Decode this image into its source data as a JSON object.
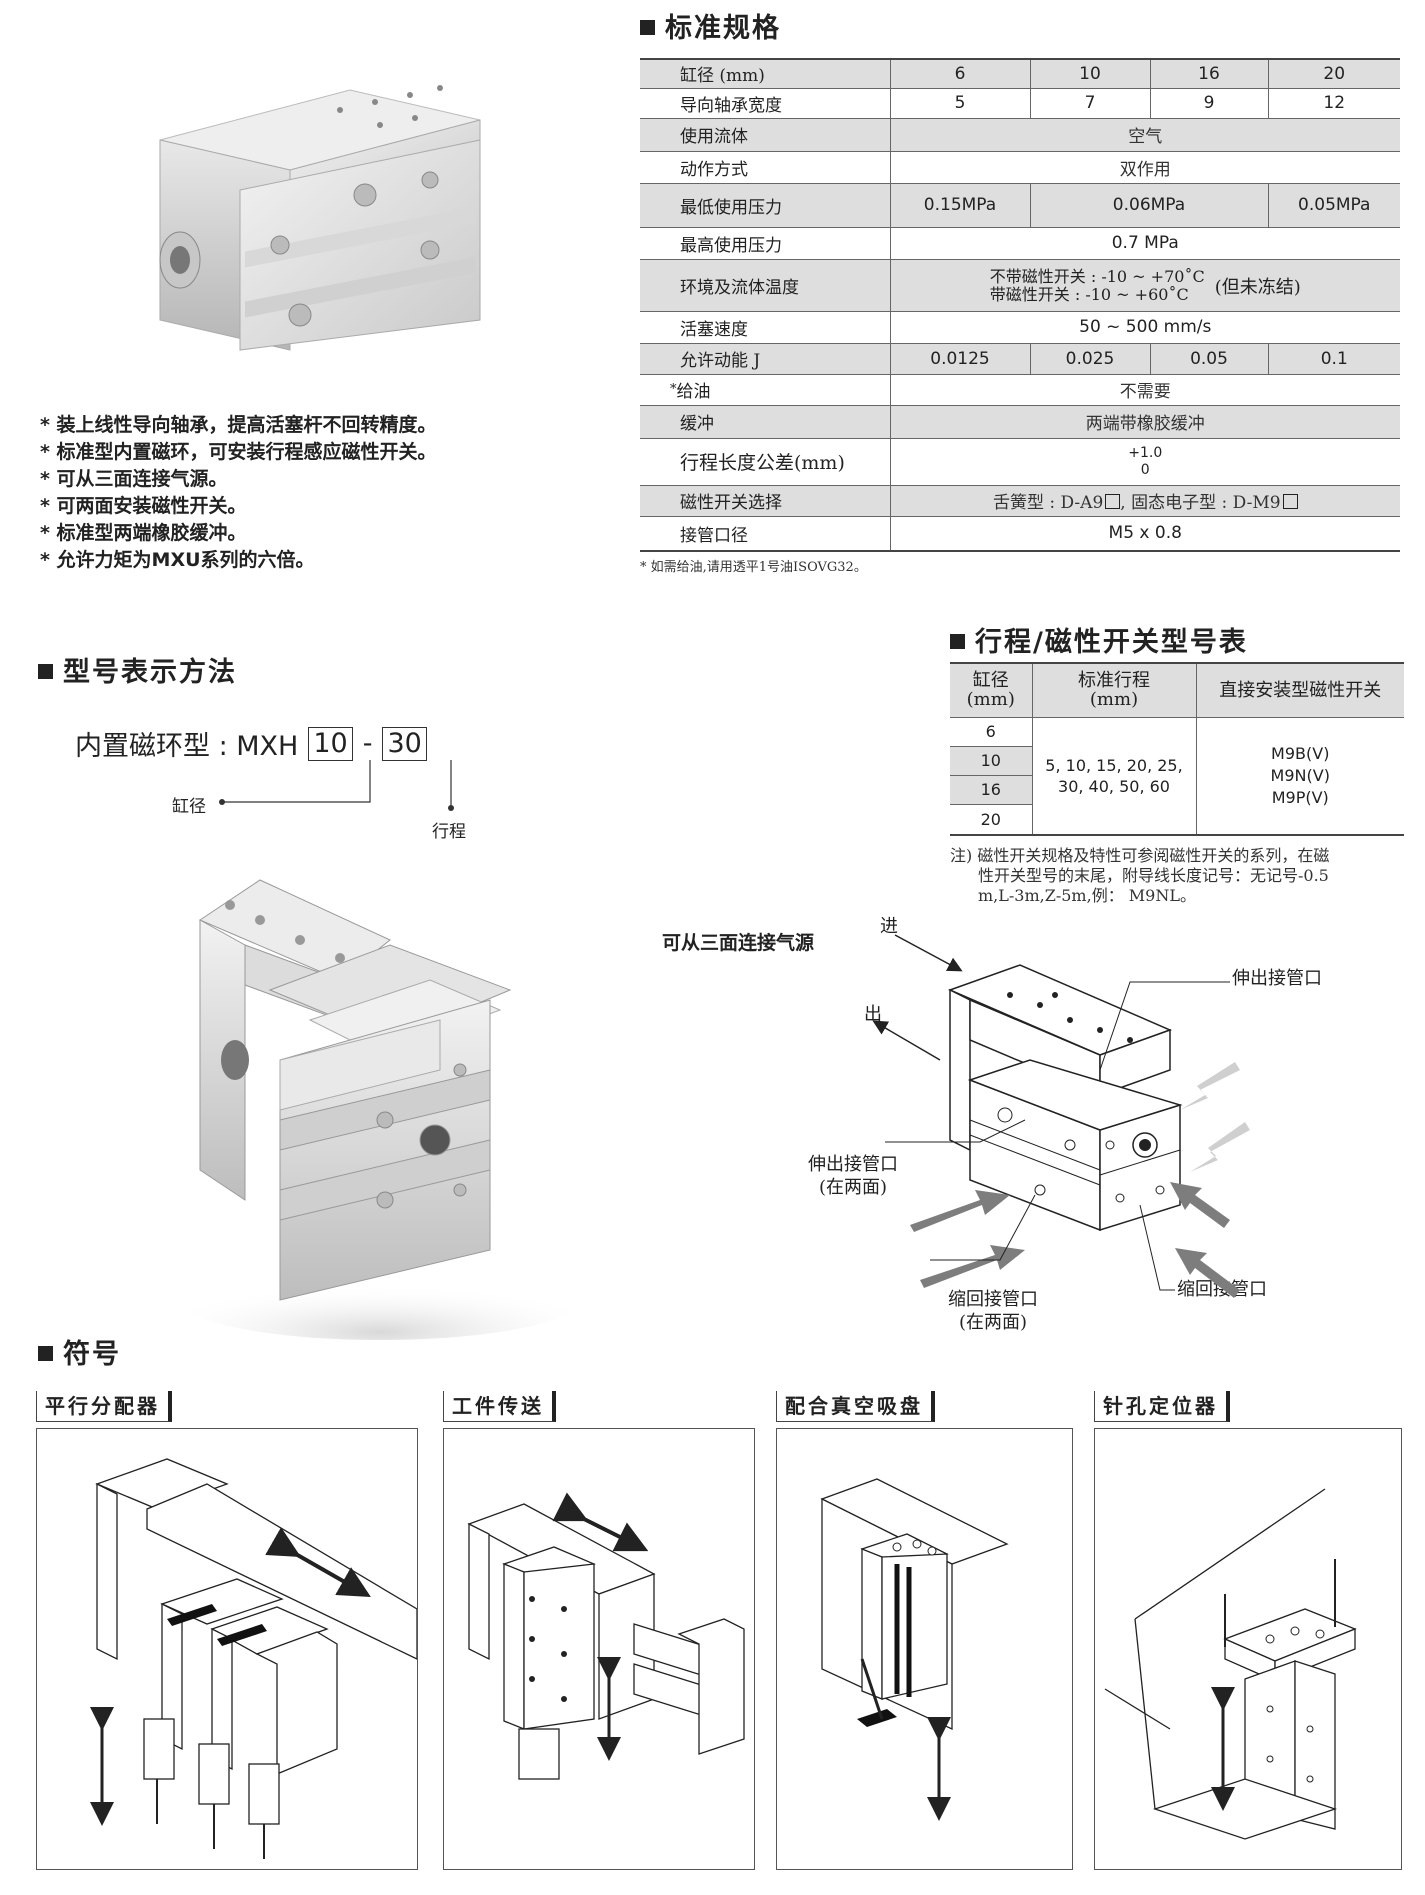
{
  "spec": {
    "title": "标准规格",
    "rows": {
      "bore": {
        "label": "缸径 (mm)",
        "values": [
          "6",
          "10",
          "16",
          "20"
        ]
      },
      "guide": {
        "label": "导向轴承宽度",
        "values": [
          "5",
          "7",
          "9",
          "12"
        ]
      },
      "fluid": {
        "label": "使用流体",
        "value": "空气"
      },
      "action": {
        "label": "动作方式",
        "value": "双作用"
      },
      "minp": {
        "label": "最低使用压力",
        "values": [
          "0.15MPa",
          "0.06MPa",
          "0.05MPa"
        ]
      },
      "maxp": {
        "label": "最高使用压力",
        "value": "0.7 MPa"
      },
      "temp": {
        "label": "环境及流体温度",
        "line1": "不带磁性开关 : -10 ~ +70˚C",
        "line2": "带磁性开关 : -10 ~ +60˚C",
        "note": "(但未冻结)"
      },
      "speed": {
        "label": "活塞速度",
        "value": "50 ~ 500 mm/s"
      },
      "energy": {
        "label": "允许动能 J",
        "values": [
          "0.0125",
          "0.025",
          "0.05",
          "0.1"
        ]
      },
      "lube": {
        "mark": "*",
        "label": "给油",
        "value": "不需要"
      },
      "cushion": {
        "label": "缓冲",
        "value": "两端带橡胶缓冲"
      },
      "tolerance": {
        "label": "行程长度公差(mm)",
        "upper": "+1.0",
        "lower": "0"
      },
      "switch": {
        "label": "磁性开关选择",
        "value": "舌簧型 : D-A9",
        "value2": ", 固态电子型 : D-M9"
      },
      "port": {
        "label": "接管口径",
        "value": "M5 x 0.8"
      }
    },
    "footnote": "* 如需给油,请用透平1号油ISOVG32。"
  },
  "features": [
    "* 装上线性导向轴承，提高活塞杆不回转精度。",
    "* 标准型内置磁环，可安装行程感应磁性开关。",
    "* 可从三面连接气源。",
    "* 可两面安装磁性开关。",
    "* 标准型两端橡胶缓冲。",
    "* 允许力矩为MXU系列的六倍。"
  ],
  "model": {
    "title": "型号表示方法",
    "prefix": "内置磁环型 : MXH",
    "bore_code": "10",
    "dash": "-",
    "stroke_code": "30",
    "bore_label": "缸径",
    "stroke_label": "行程"
  },
  "stroke_table": {
    "title": "行程/磁性开关型号表",
    "headers": {
      "bore_1": "缸径",
      "bore_2": "(mm)",
      "stroke_1": "标准行程",
      "stroke_2": "(mm)",
      "switch": "直接安装型磁性开关"
    },
    "bores": [
      "6",
      "10",
      "16",
      "20"
    ],
    "strokes_1": "5, 10, 15, 20, 25,",
    "strokes_2": "30, 40, 50, 60",
    "switches": [
      "M9B(V)",
      "M9N(V)",
      "M9P(V)"
    ],
    "note_1": "注) 磁性开关规格及特性可参阅磁性开关的系列，在磁",
    "note_2": "性开关型号的末尾，附导线长度记号：无记号-0.5",
    "note_3": "m,L-3m,Z-5m,例： M9NL。"
  },
  "ports": {
    "title": "可从三面连接气源",
    "in_label": "进",
    "out_label": "出",
    "ext_top": "伸出接管口",
    "ext_side": "伸出接管口",
    "ext_side_sub": "(在两面)",
    "ret_bottom": "缩回接管口",
    "ret_bottom_sub": "(在两面)",
    "ret_right": "缩回接管口"
  },
  "symbols": {
    "title": "符号",
    "panels": [
      "平行分配器",
      "工件传送",
      "配合真空吸盘",
      "针孔定位器"
    ]
  }
}
